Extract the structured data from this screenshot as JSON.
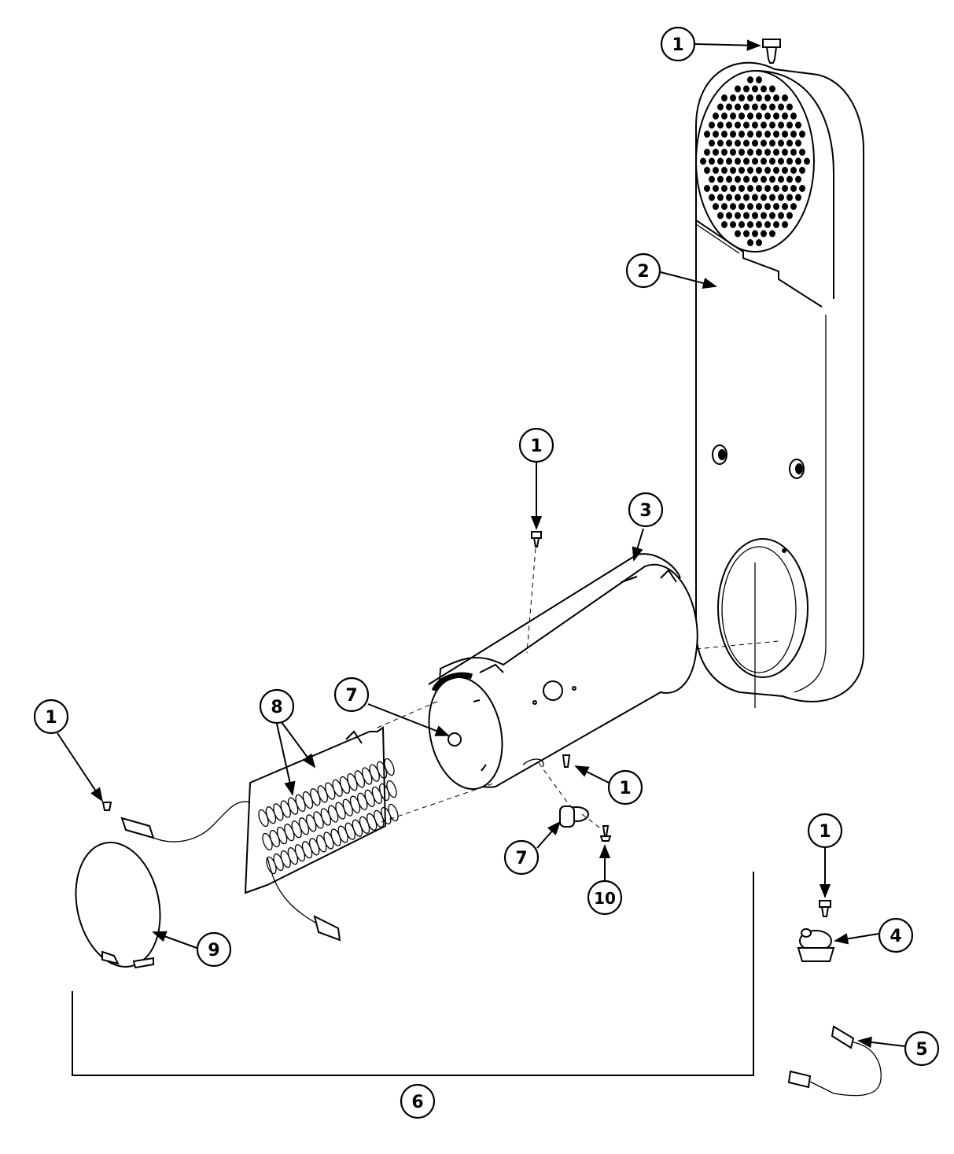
{
  "callouts": [
    {
      "id": "c1a",
      "label": "1"
    },
    {
      "id": "c2",
      "label": "2"
    },
    {
      "id": "c1b",
      "label": "1"
    },
    {
      "id": "c3",
      "label": "3"
    },
    {
      "id": "c7a",
      "label": "7"
    },
    {
      "id": "c8",
      "label": "8"
    },
    {
      "id": "c1c",
      "label": "1"
    },
    {
      "id": "c1d",
      "label": "1"
    },
    {
      "id": "c7b",
      "label": "7"
    },
    {
      "id": "c10",
      "label": "10"
    },
    {
      "id": "c1e",
      "label": "1"
    },
    {
      "id": "c4",
      "label": "4"
    },
    {
      "id": "c9",
      "label": "9"
    },
    {
      "id": "c5",
      "label": "5"
    },
    {
      "id": "c6",
      "label": "6"
    }
  ]
}
